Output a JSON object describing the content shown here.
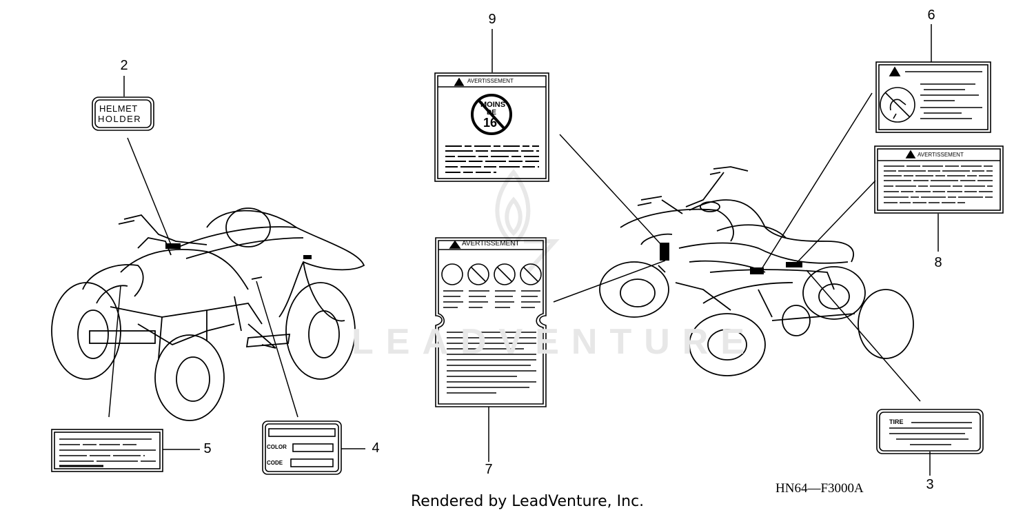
{
  "callouts": {
    "c1": "2",
    "c2": "9",
    "c3": "6",
    "c4": "8",
    "c5": "7",
    "c6": "5",
    "c7": "4",
    "c8": "3"
  },
  "labels": {
    "helmet_line1": "HELMET",
    "helmet_line2": "HOLDER",
    "avert_9": "AVERTISSEMENT",
    "avert_7": "AVERTISSEMENT",
    "avert_8": "AVERTISSEMENT",
    "moins_line1": "MOINS",
    "moins_line2": "DE",
    "moins_line3": "16",
    "color_field": "COLOR",
    "code_field": "CODE",
    "tire_field": "TIRE"
  },
  "watermark": "LEADVENTURE",
  "diagram_code": "HN64—F3000A",
  "footer": "Rendered by LeadVenture, Inc."
}
